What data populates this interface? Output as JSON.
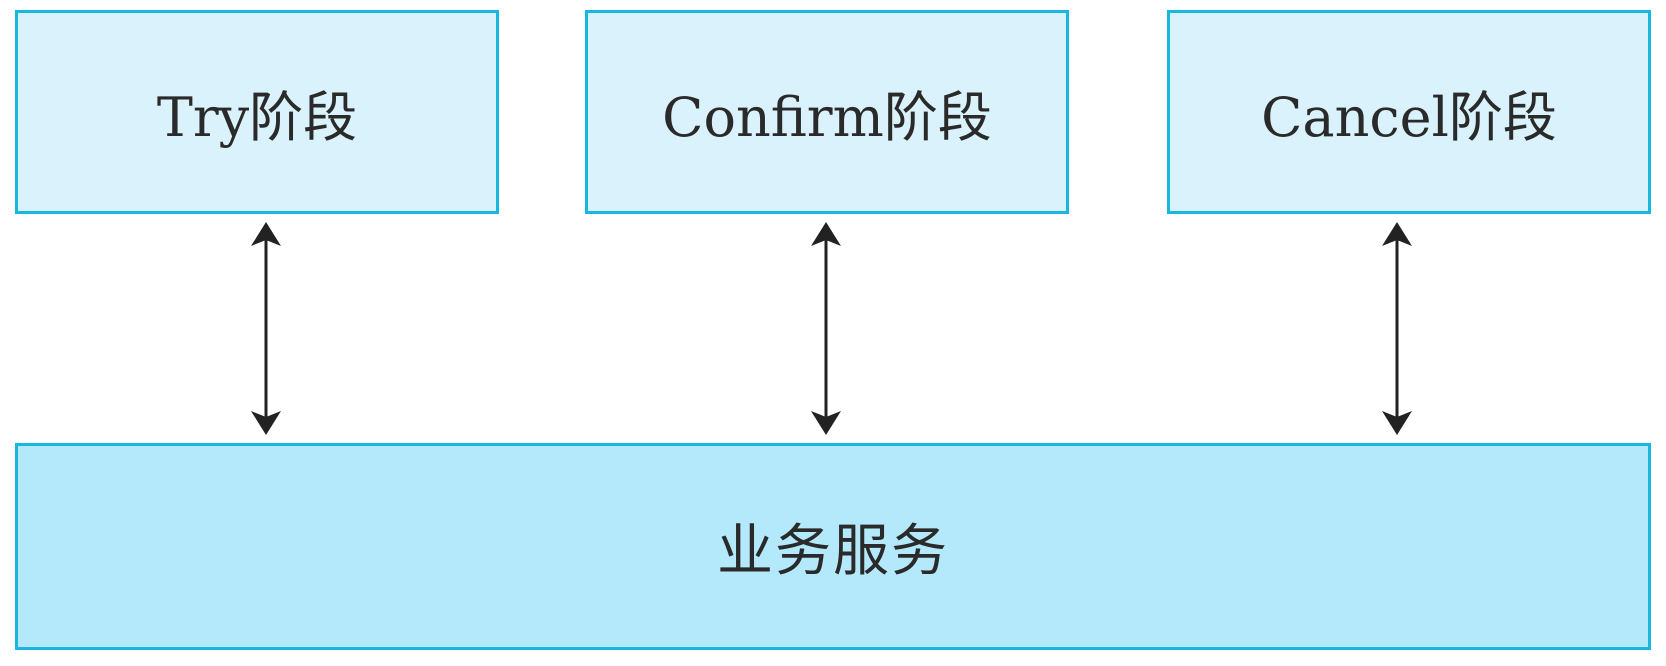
{
  "diagram": {
    "phases": [
      {
        "label": "Try阶段"
      },
      {
        "label": "Confirm阶段"
      },
      {
        "label": "Cancel阶段"
      }
    ],
    "service": {
      "label": "业务服务"
    },
    "colors": {
      "phase_fill": "#d9f2fb",
      "service_fill": "#b3e9fb",
      "border": "#19b6e0",
      "arrow": "#222222",
      "text": "#2a2a2a"
    }
  }
}
